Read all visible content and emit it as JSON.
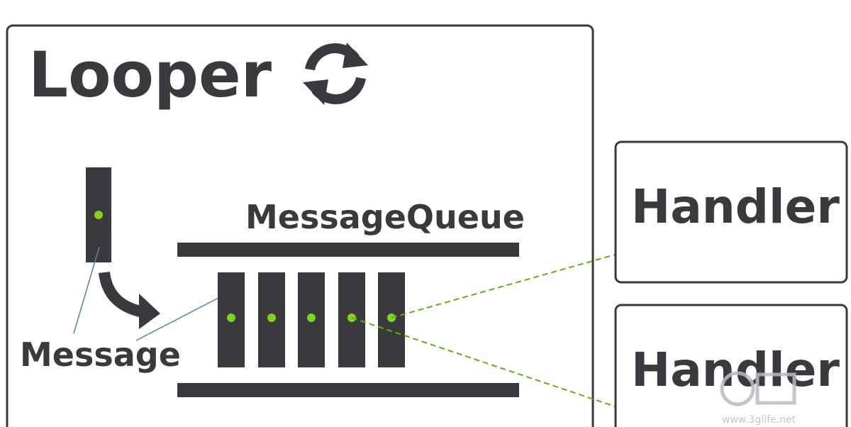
{
  "looper": {
    "title": "Looper"
  },
  "message_queue": {
    "title": "MessageQueue",
    "slot_count": 5
  },
  "message": {
    "label": "Message"
  },
  "handlers": [
    {
      "label": "Handler"
    },
    {
      "label": "Handler"
    }
  ],
  "watermark": {
    "text": "www.3glife.net"
  },
  "colors": {
    "ink": "#3a3a3e",
    "accent_dot": "#7ed321",
    "dashed_line": "#6aa81c",
    "pointer_line": "#5a7fa8"
  },
  "icons": {
    "looper_icon": "refresh-cycle-icon"
  }
}
